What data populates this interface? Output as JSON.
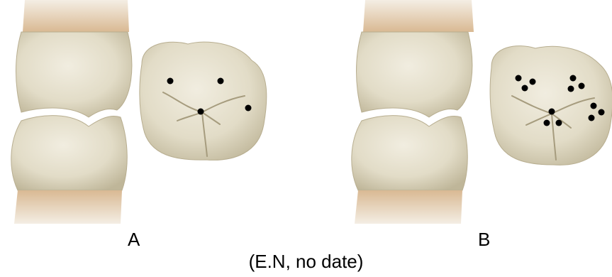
{
  "panels": [
    {
      "label": "A",
      "contact_points": 4
    },
    {
      "label": "B",
      "contact_points": 12
    }
  ],
  "caption": "(E.N, no date)",
  "colors": {
    "enamel": "#e6e1cf",
    "enamel_shadow": "#c9c2a8",
    "gum": "#d8b48c",
    "contact_dot": "#000000"
  }
}
